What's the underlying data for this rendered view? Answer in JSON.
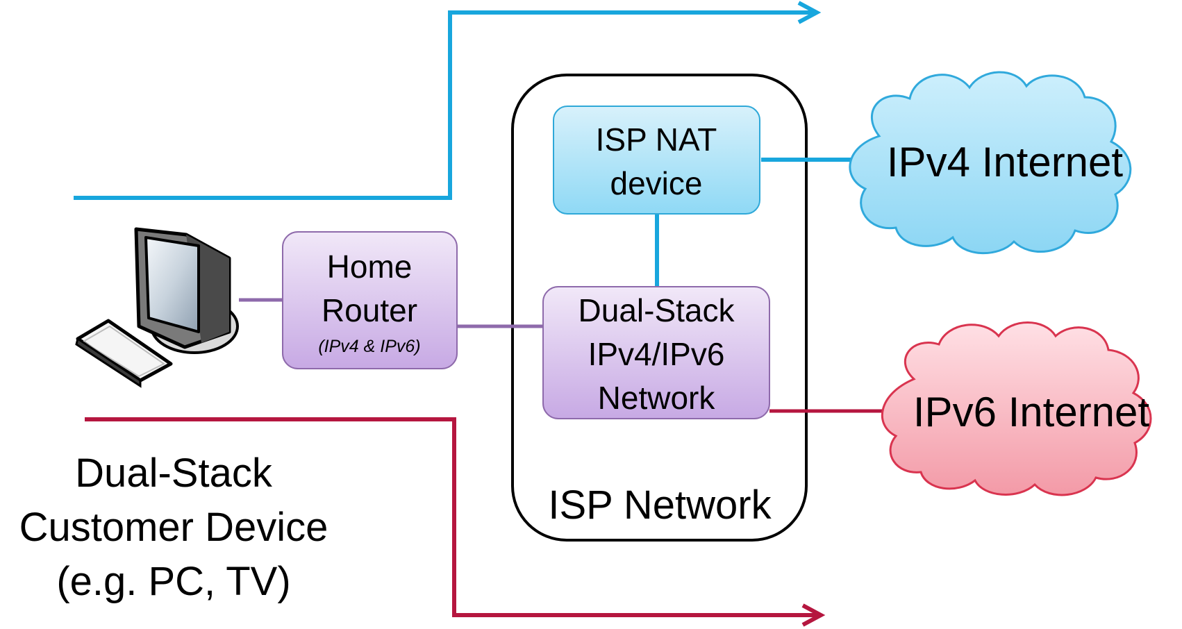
{
  "colors": {
    "ipv4_path": "#18a6dd",
    "ipv6_path": "#b5163f",
    "lan_link": "#8e6aab",
    "isp_border": "#000000",
    "nat_box_top": "#d8f1fb",
    "nat_box_bottom": "#8fd9f5",
    "nat_box_border": "#2ea8d8",
    "purple_box_top": "#f1e8f8",
    "purple_box_bottom": "#c7a9e4",
    "purple_box_border": "#8e6aab",
    "cloud_ipv4_top": "#cdeffc",
    "cloud_ipv4_bottom": "#8cd6f4",
    "cloud_ipv4_border": "#30a9dc",
    "cloud_ipv6_top": "#ffe0e5",
    "cloud_ipv6_bottom": "#f39aa7",
    "cloud_ipv6_border": "#d9344f"
  },
  "icons": {
    "computer": "desktop-computer-icon"
  },
  "device": {
    "label_line1": "Dual-Stack",
    "label_line2": "Customer Device",
    "label_line3": "(e.g. PC, TV)"
  },
  "home_router": {
    "line1": "Home",
    "line2": "Router",
    "subtitle": "(IPv4 & IPv6)"
  },
  "isp": {
    "label": "ISP Network",
    "nat_line1": "ISP NAT",
    "nat_line2": "device",
    "ds_line1": "Dual-Stack",
    "ds_line2": "IPv4/IPv6",
    "ds_line3": "Network"
  },
  "clouds": {
    "ipv4": "IPv4 Internet",
    "ipv6": "IPv6 Internet"
  }
}
